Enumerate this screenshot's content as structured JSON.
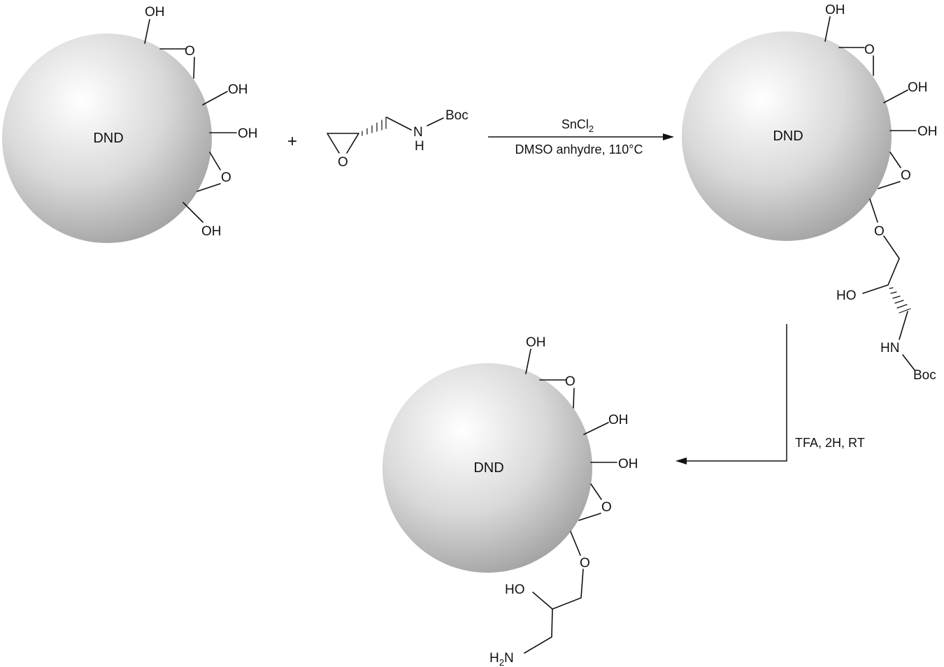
{
  "scheme": {
    "plus": "+",
    "core_label": "DND",
    "groups": {
      "oh": "OH",
      "ho": "HO",
      "o": "O",
      "boc": "Boc",
      "n": "N",
      "h": "H",
      "hn": "HN",
      "h2n_main": "H",
      "h2n_sub": "2",
      "h2n_tail": "N"
    },
    "step1": {
      "reagent_main": "SnCl",
      "reagent_sub": "2",
      "conditions": "DMSO anhydre, 110°C"
    },
    "step2": {
      "conditions": "TFA, 2H, RT"
    }
  }
}
